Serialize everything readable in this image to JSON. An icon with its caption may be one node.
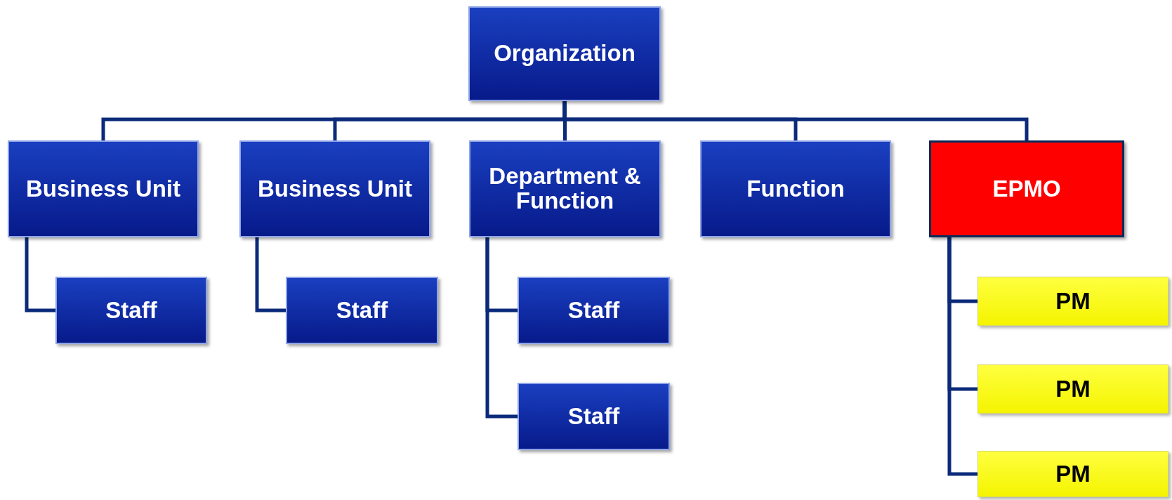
{
  "diagram": {
    "nodes": [
      {
        "text": [
          "Organization"
        ]
      },
      {
        "text": [
          "Business Unit"
        ]
      },
      {
        "text": [
          "Business Unit"
        ]
      },
      {
        "text": [
          "Department & Function"
        ]
      },
      {
        "text": [
          "Function"
        ]
      },
      {
        "text": [
          "EPMO"
        ]
      },
      {
        "text": [
          "Staff"
        ]
      },
      {
        "text": [
          "Staff"
        ]
      },
      {
        "text": [
          "Staff"
        ]
      },
      {
        "text": [
          "Staff"
        ]
      },
      {
        "text": [
          "PM"
        ]
      },
      {
        "text": [
          "PM"
        ]
      },
      {
        "text": [
          "PM"
        ]
      }
    ],
    "edges": [
      {
        "from": 0,
        "to": 1,
        "arrow": "none"
      },
      {
        "from": 0,
        "to": 2,
        "arrow": "none"
      },
      {
        "from": 0,
        "to": 3,
        "arrow": "none"
      },
      {
        "from": 0,
        "to": 4,
        "arrow": "none"
      },
      {
        "from": 0,
        "to": 5,
        "arrow": "none"
      },
      {
        "from": 1,
        "to": 6,
        "arrow": "none"
      },
      {
        "from": 2,
        "to": 7,
        "arrow": "none"
      },
      {
        "from": 3,
        "to": 8,
        "arrow": "none"
      },
      {
        "from": 3,
        "to": 9,
        "arrow": "none"
      },
      {
        "from": 5,
        "to": 10,
        "arrow": "none"
      },
      {
        "from": 5,
        "to": 11,
        "arrow": "none"
      },
      {
        "from": 5,
        "to": 12,
        "arrow": "none"
      }
    ]
  }
}
